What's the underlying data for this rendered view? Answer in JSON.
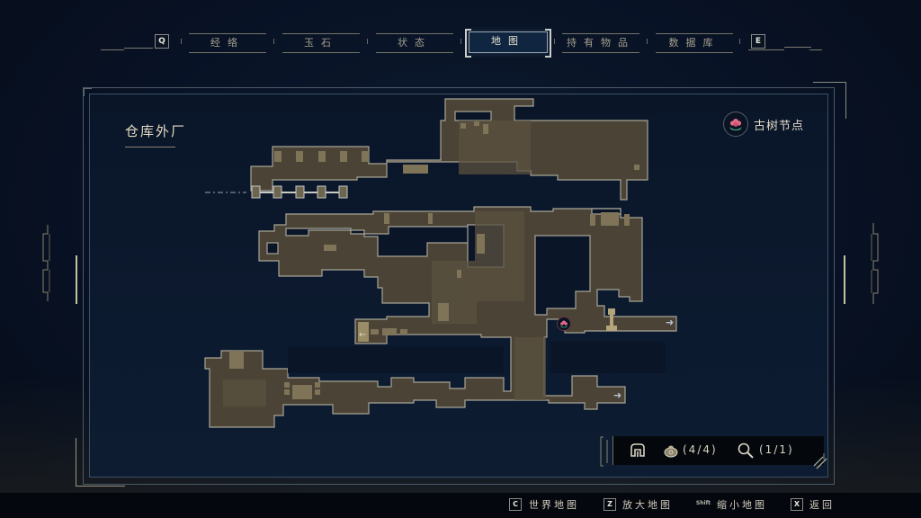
{
  "tabs": {
    "prev_key": "Q",
    "next_key": "E",
    "items": [
      {
        "label": "经络",
        "active": false
      },
      {
        "label": "玉石",
        "active": false
      },
      {
        "label": "状态",
        "active": false
      },
      {
        "label": "地图",
        "active": true
      },
      {
        "label": "持有物品",
        "active": false
      },
      {
        "label": "数据库",
        "active": false
      }
    ]
  },
  "map": {
    "area_name": "仓库外厂",
    "legend": {
      "icon": "ancient-tree-node-icon",
      "label": "古树节点"
    },
    "colors": {
      "room_fill": "#4a4336",
      "room_fill_light": "#5a513f",
      "room_outline": "#a8a596",
      "feature": "#7f7458",
      "background": "#0a1528",
      "node_pink": "#e06a88",
      "node_green": "#4fbf97"
    },
    "exits": [
      {
        "direction": "left",
        "icon": "arrow-left-icon"
      },
      {
        "direction": "right",
        "icon": "arrow-right-icon"
      },
      {
        "direction": "right",
        "icon": "arrow-right-icon"
      }
    ]
  },
  "stats": {
    "map_icon": "map-marker-icon",
    "bags_icon": "money-bag-icon",
    "bags_value": "(4/4)",
    "search_icon": "magnifier-icon",
    "search_value": "(1/1)"
  },
  "hints": [
    {
      "key": "C",
      "label": "世界地图"
    },
    {
      "key": "Z",
      "label": "放大地图"
    },
    {
      "key": "Shift",
      "label": "缩小地图"
    },
    {
      "key": "X",
      "label": "返回"
    }
  ]
}
